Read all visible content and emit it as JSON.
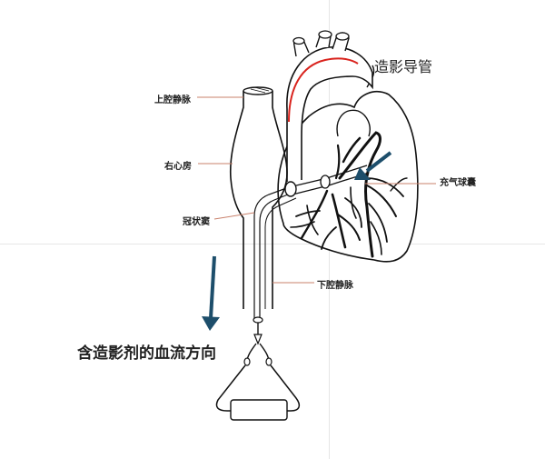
{
  "labels": {
    "svc": "上腔静脉",
    "ra": "右心房",
    "cs": "冠状窦",
    "ivc": "下腔静脉",
    "catheter": "造影导管",
    "balloon": "充气球囊",
    "flow": "含造影剂的血流方向"
  },
  "colors": {
    "outline": "#111111",
    "catheter": "#d9231d",
    "arrow": "#1d4e6b",
    "leader": "#c9816b",
    "guide": "#e6e6e6"
  },
  "icons": {
    "flow_arrow": "arrow-down-icon",
    "balloon_arrow": "arrow-down-left-icon"
  }
}
